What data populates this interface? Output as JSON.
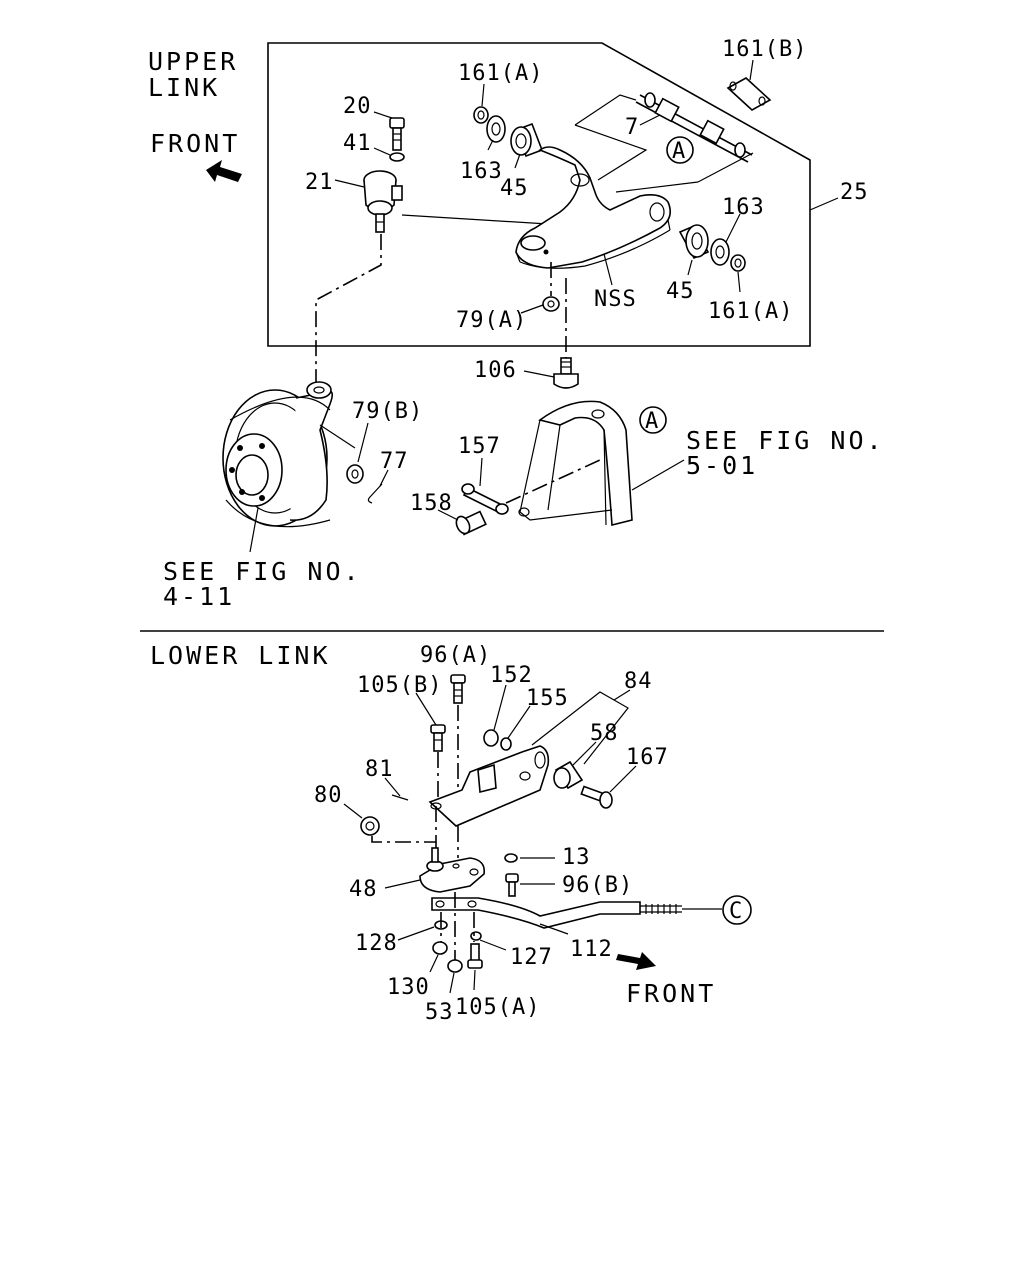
{
  "upper_link": {
    "title_line1": "UPPER",
    "title_line2": "LINK",
    "front": "FRONT",
    "see_fig_a": "SEE FIG NO.",
    "see_fig_a_num": "5-01",
    "see_fig_b": "SEE FIG NO.",
    "see_fig_b_num": "4-11",
    "ref_a1": "A",
    "ref_a2": "A",
    "callouts": {
      "p161b": "161(B)",
      "p161a_top": "161(A)",
      "p20": "20",
      "p41": "41",
      "p21": "21",
      "p163_left": "163",
      "p45_left": "45",
      "p7": "7",
      "p25": "25",
      "p163_right": "163",
      "p45_right": "45",
      "nss": "NSS",
      "p161a_right": "161(A)",
      "p79a": "79(A)",
      "p106": "106",
      "p79b": "79(B)",
      "p77": "77",
      "p157": "157",
      "p158": "158"
    }
  },
  "lower_link": {
    "title": "LOWER LINK",
    "front": "FRONT",
    "ref_c": "C",
    "callouts": {
      "p96a": "96(A)",
      "p105b": "105(B)",
      "p152": "152",
      "p84": "84",
      "p155": "155",
      "p58": "58",
      "p167": "167",
      "p81": "81",
      "p80": "80",
      "p13": "13",
      "p48": "48",
      "p96b": "96(B)",
      "p128": "128",
      "p127": "127",
      "p112": "112",
      "p130": "130",
      "p53": "53",
      "p105a": "105(A)"
    }
  }
}
